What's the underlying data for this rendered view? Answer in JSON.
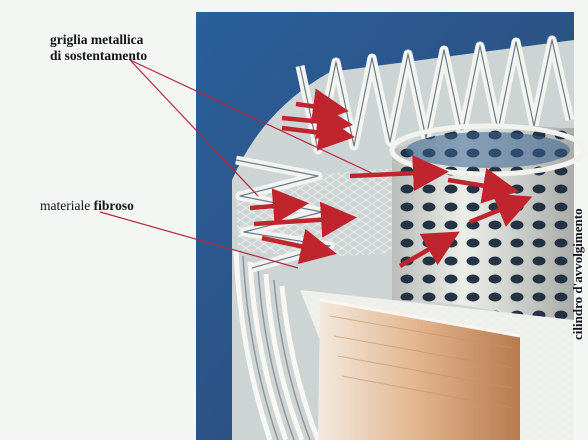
{
  "labels": {
    "grid_line1": "griglia metallica",
    "grid_line2": "di sostentamento",
    "fiber_word1": "materiale",
    "fiber_word2": "fibroso",
    "cylinder": "cilindro d'avvolgimento"
  },
  "colors": {
    "backdrop": "#2b5b93",
    "pleat": "#f1f1ec",
    "arrow": "#c0242c",
    "leader": "#b5273a",
    "cylinder_steel": "#d9dbd6",
    "fiber_sheet": "#d9a77c"
  }
}
